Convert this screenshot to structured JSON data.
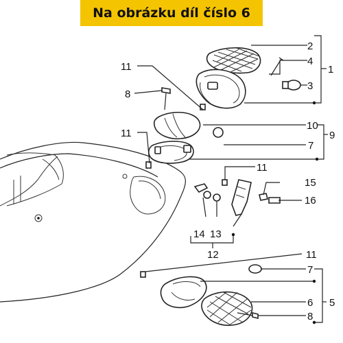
{
  "header": {
    "title": "Na obrázku díl číslo 6"
  },
  "labels": {
    "l2": "2",
    "l4": "4",
    "l1": "1",
    "l3": "3",
    "l11a": "11",
    "l8a": "8",
    "l11b": "11",
    "l10": "10",
    "l9": "9",
    "l7a": "7",
    "l11c": "11",
    "l15": "15",
    "l16": "16",
    "l14": "14",
    "l13": "13",
    "l12": "12",
    "l11d": "11",
    "l7b": "7",
    "l6": "6",
    "l5": "5",
    "l8b": "8"
  },
  "colors": {
    "banner": "#f5c400",
    "ink": "#222222"
  }
}
